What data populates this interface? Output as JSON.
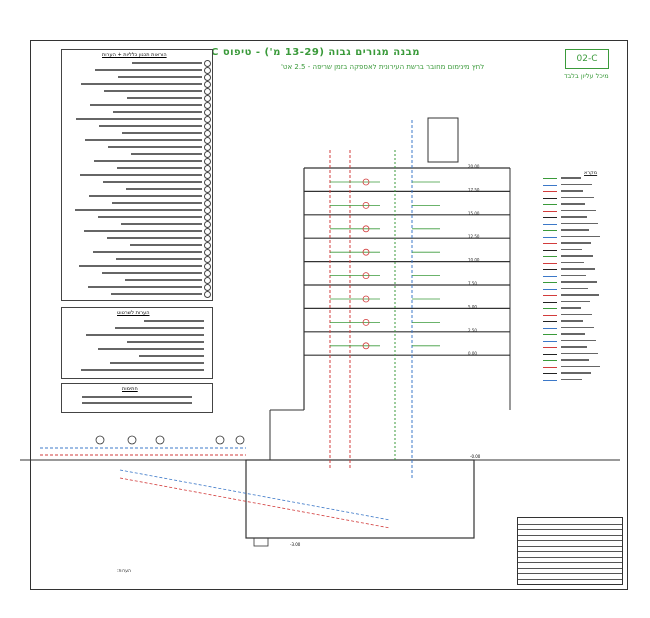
{
  "sheet": {
    "title": "מבנה מגורים גבוה (13-29 מ') - טיפוס C",
    "subtitle": "לחץ מינימום מחובר ברשת העירונית לאספקה בזמן שריפה - 2.5 אט'",
    "code": "02-C",
    "top_label": "מיכל עליון בלבד",
    "bottom_level": "-3.00",
    "ground_level": "-0.00"
  },
  "levels": [
    "20.00",
    "17.50",
    "15.00",
    "12.50",
    "10.00",
    "7.50",
    "5.00",
    "2.50",
    "0.00"
  ],
  "panels": {
    "general_notes_title": "הוראות תכנון כלליות + הערות",
    "drawing_notes_title": "הערות לשרטוט",
    "signature_title": "חתימות"
  },
  "legend": {
    "title": "מקרא"
  },
  "bottom_notes": {
    "title": "הערות:"
  },
  "colors": {
    "accent": "#3a9a3a",
    "pipe_red": "#d23c3c",
    "pipe_blue": "#3c78c8",
    "pipe_green": "#3a9a3a",
    "line": "#333333"
  }
}
